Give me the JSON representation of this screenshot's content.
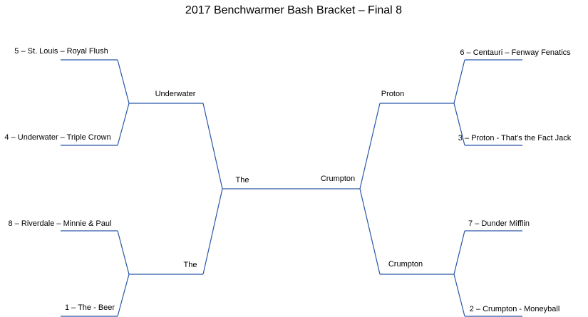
{
  "title": "2017 Benchwarmer Bash Bracket – Final 8",
  "line_color": "#2a56a6",
  "left": {
    "round1": [
      "5 – St. Louis – Royal Flush",
      "4 – Underwater – Triple Crown",
      "8 – Riverdale – Minnie & Paul",
      "1 – The - Beer"
    ],
    "semis": [
      "Underwater",
      "The"
    ],
    "finalist": "The"
  },
  "right": {
    "round1": [
      "6 – Centauri – Fenway Fenatics",
      "3 – Proton - That’s the Fact Jack",
      "7 – Dunder Mifflin",
      "2 – Crumpton - Moneyball"
    ],
    "semis": [
      "Proton",
      "Crumpton"
    ],
    "finalist": "Crumpton"
  }
}
